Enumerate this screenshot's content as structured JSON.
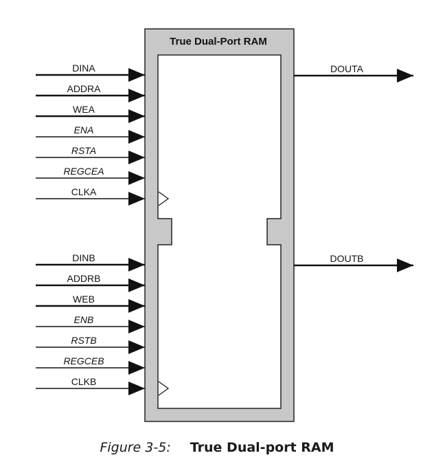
{
  "block": {
    "title": "True Dual-Port RAM",
    "frame_color": "#c8c8c8",
    "stroke_color": "#111111"
  },
  "port_a": {
    "inputs": [
      {
        "label": "DINA",
        "bus": true,
        "italic": false
      },
      {
        "label": "ADDRA",
        "bus": true,
        "italic": false
      },
      {
        "label": "WEA",
        "bus": true,
        "italic": false
      },
      {
        "label": "ENA",
        "bus": false,
        "italic": true
      },
      {
        "label": "RSTA",
        "bus": false,
        "italic": true
      },
      {
        "label": "REGCEA",
        "bus": false,
        "italic": true
      },
      {
        "label": "CLKA",
        "bus": false,
        "italic": false,
        "clock": true
      }
    ],
    "output": {
      "label": "DOUTA",
      "bus": true
    }
  },
  "port_b": {
    "inputs": [
      {
        "label": "DINB",
        "bus": true,
        "italic": false
      },
      {
        "label": "ADDRB",
        "bus": true,
        "italic": false
      },
      {
        "label": "WEB",
        "bus": true,
        "italic": false
      },
      {
        "label": "ENB",
        "bus": false,
        "italic": true
      },
      {
        "label": "RSTB",
        "bus": false,
        "italic": true
      },
      {
        "label": "REGCEB",
        "bus": false,
        "italic": true
      },
      {
        "label": "CLKB",
        "bus": false,
        "italic": false,
        "clock": true
      }
    ],
    "output": {
      "label": "DOUTB",
      "bus": true
    }
  },
  "caption": {
    "number": "Figure 3-5:",
    "title": "True Dual-port RAM"
  }
}
